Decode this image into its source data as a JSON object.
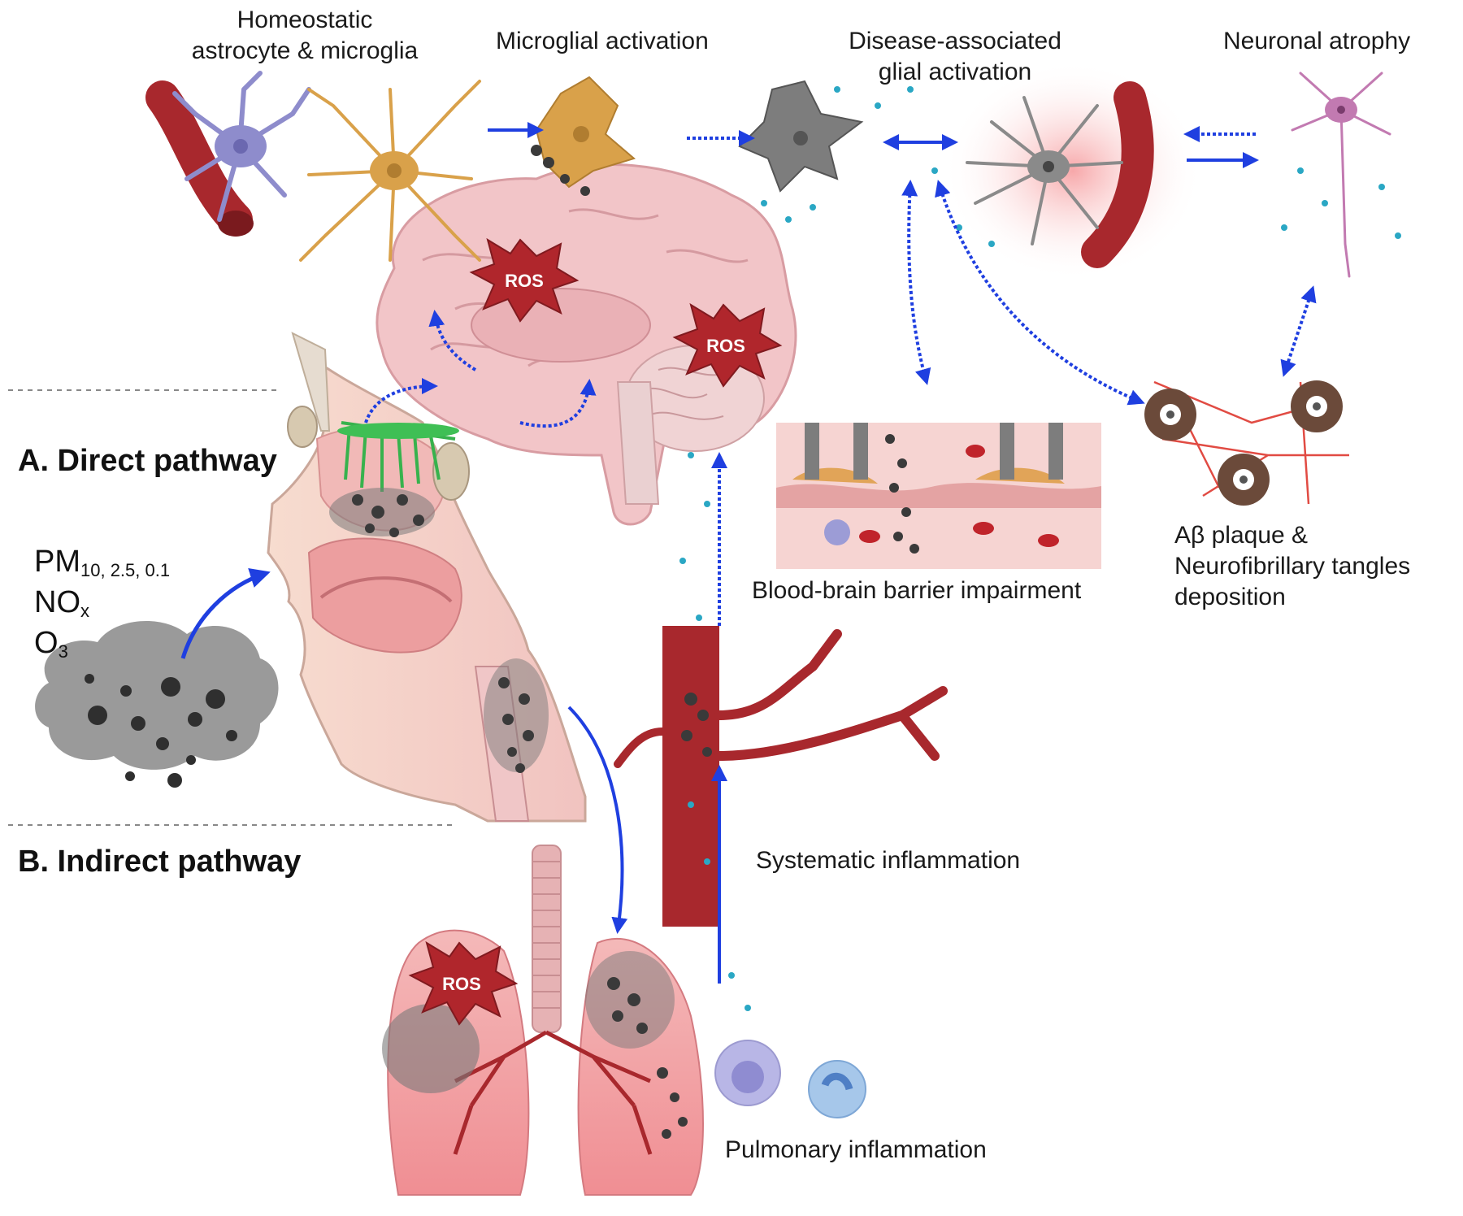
{
  "labels": {
    "homeostatic_line1": "Homeostatic",
    "homeostatic_line2": "astrocyte & microglia",
    "microglial_activation": "Microglial activation",
    "disease_glial_line1": "Disease-associated",
    "disease_glial_line2": "glial activation",
    "neuronal_atrophy": "Neuronal atrophy",
    "bbb": "Blood-brain barrier impairment",
    "plaque_line1": "Aβ plaque &",
    "plaque_line2": "Neurofibrillary tangles",
    "plaque_line3": "deposition",
    "systematic": "Systematic inflammation",
    "pulmonary": "Pulmonary inflammation",
    "direct_pathway": "A. Direct pathway",
    "indirect_pathway": "B. Indirect pathway",
    "ros": "ROS"
  },
  "pollutants": {
    "pm_base": "PM",
    "pm_sub": "10, 2.5, 0.1",
    "no_base": "NO",
    "no_sub": "x",
    "o_base": "O",
    "o_sub": "3"
  },
  "colors": {
    "arrow": "#1f3fe0",
    "brain": "#f2c5c8",
    "vessel": "#a8282d",
    "particle": "#3a3a3a",
    "cytokine": "#2aa7c4",
    "astrocyte": "#8e8ccc",
    "microglia": "#d9a14a",
    "ros": "#b0262c"
  }
}
